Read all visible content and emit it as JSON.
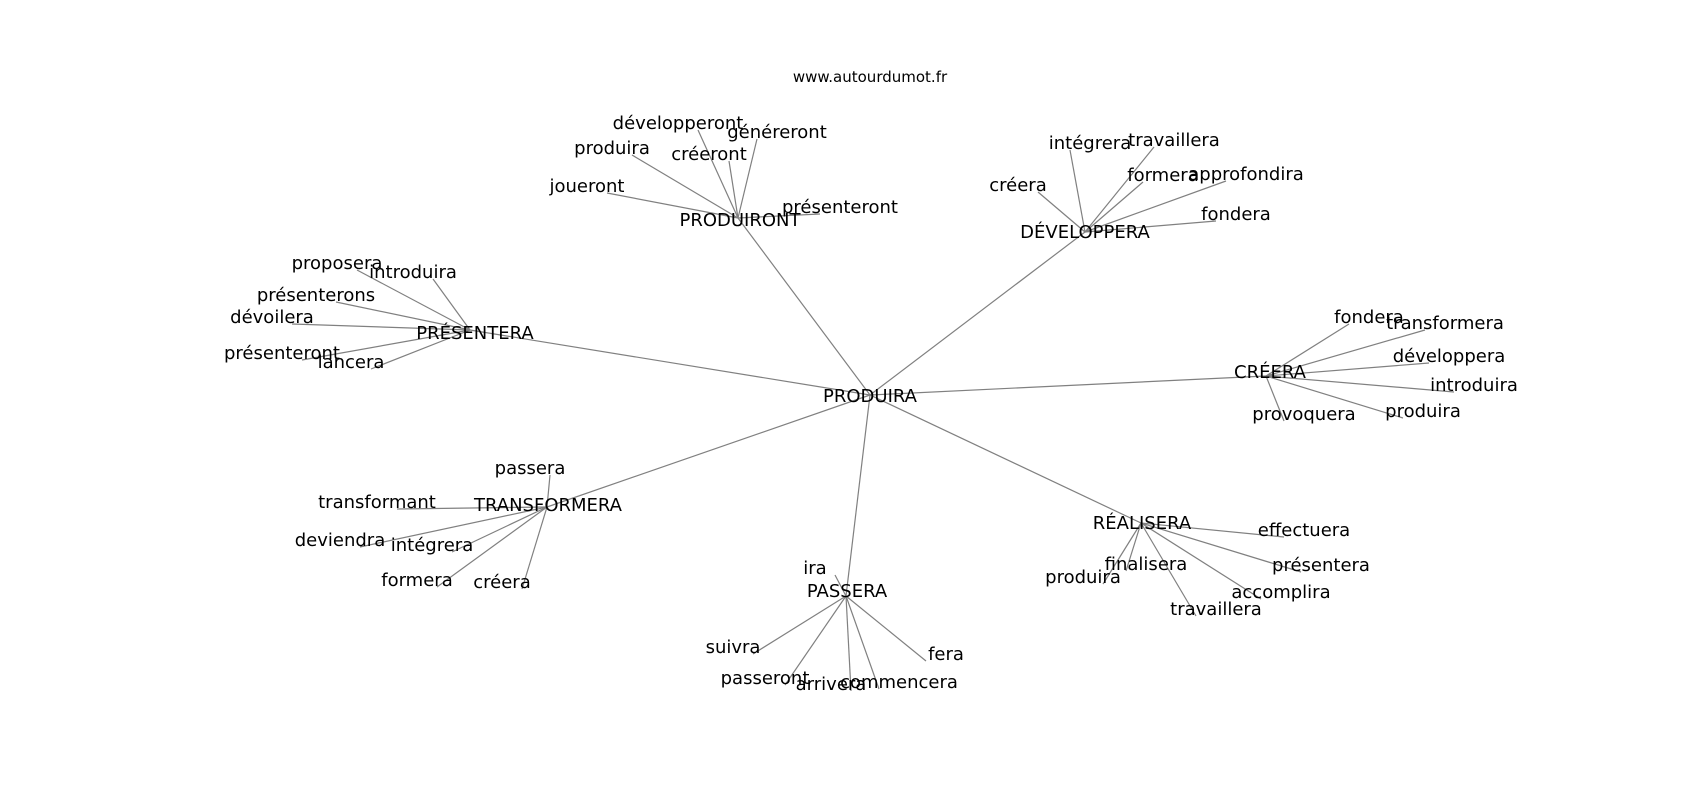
{
  "source": "www.autourdumot.fr",
  "edge_color": "#808080",
  "center": {
    "id": "c",
    "label": "PRODUIRA"
  },
  "hubs": [
    {
      "id": "h1",
      "label": "PRODUIRONT",
      "leaves": [
        "développeront",
        "généreront",
        "produira",
        "créeront",
        "joueront",
        "présenteront"
      ]
    },
    {
      "id": "h2",
      "label": "DÉVELOPPERA",
      "leaves": [
        "intégrera",
        "travaillera",
        "formera",
        "approfondira",
        "créera",
        "fondera"
      ]
    },
    {
      "id": "h3",
      "label": "PRÉSENTERA",
      "leaves": [
        "proposera",
        "introduira",
        "présenterons",
        "dévoilera",
        "présenteront",
        "lancera"
      ]
    },
    {
      "id": "h4",
      "label": "CRÉERA",
      "leaves": [
        "fondera",
        "transformera",
        "développera",
        "introduira",
        "produira",
        "provoquera"
      ]
    },
    {
      "id": "h5",
      "label": "TRANSFORMERA",
      "leaves": [
        "passera",
        "transformant",
        "deviendra",
        "intégrera",
        "formera",
        "créera"
      ]
    },
    {
      "id": "h6",
      "label": "PASSERA",
      "leaves": [
        "ira",
        "suivra",
        "fera",
        "passeront",
        "arrivera",
        "commencera"
      ]
    },
    {
      "id": "h7",
      "label": "RÉALISERA",
      "leaves": [
        "effectuera",
        "finalisera",
        "présentera",
        "produira",
        "accomplira",
        "travaillera"
      ]
    }
  ]
}
